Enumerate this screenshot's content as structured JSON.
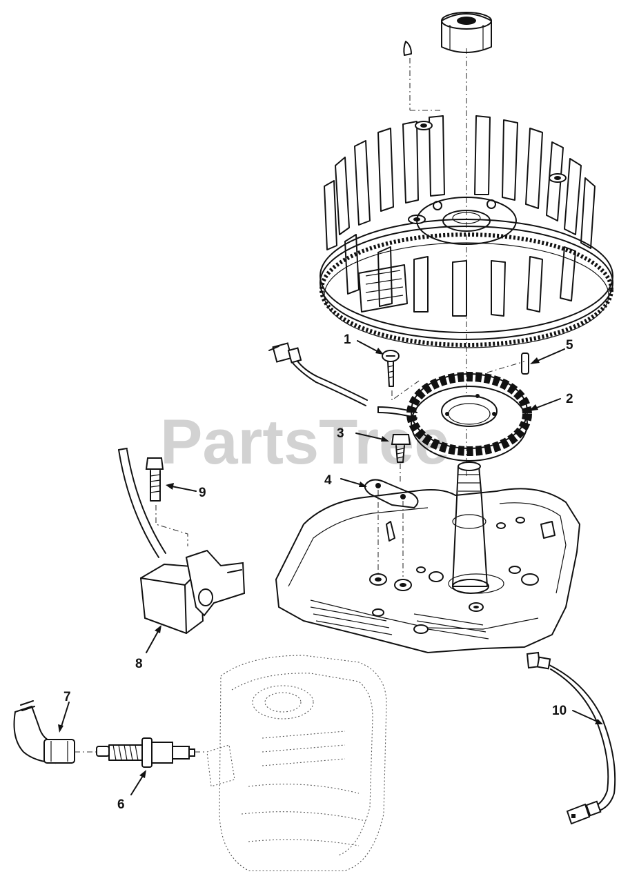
{
  "watermark": "PartsTree",
  "callouts": [
    {
      "id": "1",
      "label": "1"
    },
    {
      "id": "2",
      "label": "2"
    },
    {
      "id": "3",
      "label": "3"
    },
    {
      "id": "4",
      "label": "4"
    },
    {
      "id": "5",
      "label": "5"
    },
    {
      "id": "6",
      "label": "6"
    },
    {
      "id": "7",
      "label": "7"
    },
    {
      "id": "8",
      "label": "8"
    },
    {
      "id": "9",
      "label": "9"
    },
    {
      "id": "10",
      "label": "10"
    }
  ],
  "parts": [
    "flywheel-nut-icon",
    "flywheel-icon",
    "stator-icon",
    "ignition-module-icon",
    "spark-plug-icon",
    "spark-plug-boot-icon",
    "crankcase-icon",
    "engine-block-ghost-icon",
    "wire-harness-icon",
    "retainer-plate-icon"
  ]
}
